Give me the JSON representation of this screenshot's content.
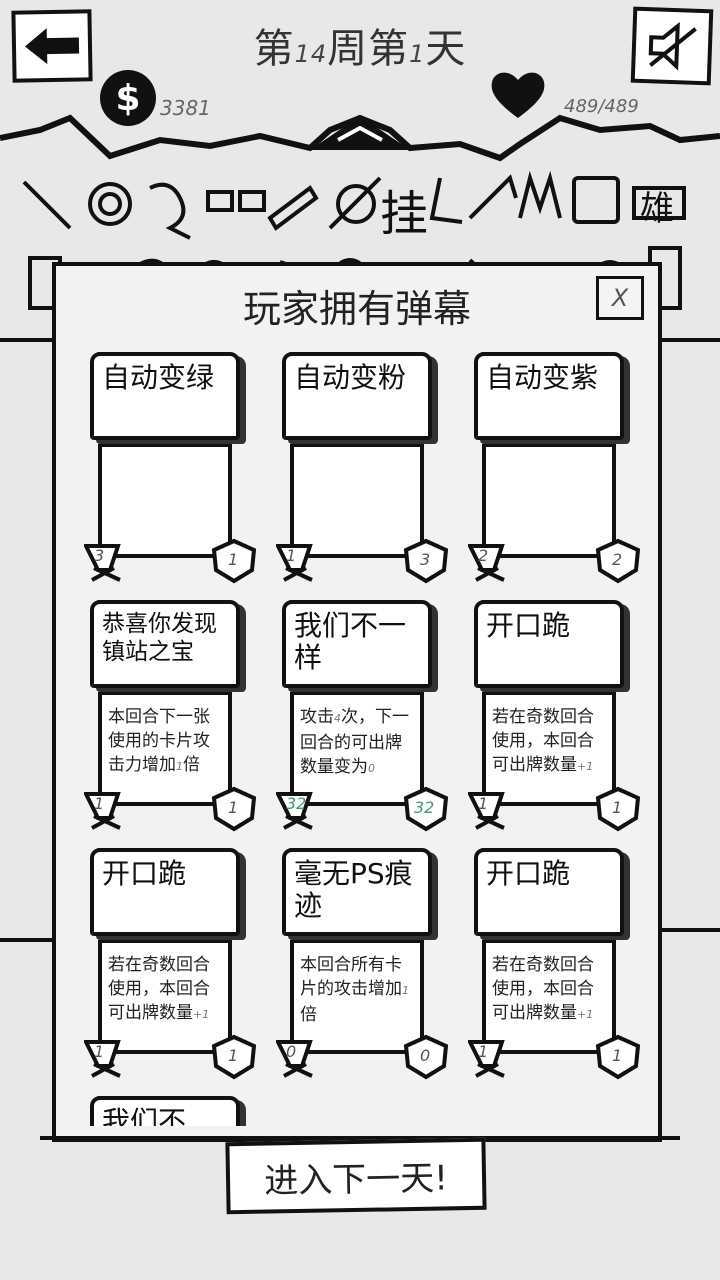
{
  "header": {
    "title_prefix": "第",
    "week": "14",
    "title_mid": "周第",
    "day": "1",
    "title_suffix": "天"
  },
  "stats": {
    "coin_symbol": "$",
    "money": "3381",
    "hp": "489/489"
  },
  "icons": {
    "back": "back-arrow-icon",
    "mute": "speaker-muted-icon",
    "coin": "dollar-coin-icon",
    "heart": "heart-icon",
    "close": "close-icon"
  },
  "panel": {
    "title": "玩家拥有弹幕",
    "close_label": "X"
  },
  "cards": [
    {
      "name": "自动变绿",
      "desc": "",
      "desc_sub": "",
      "cost": "3",
      "power": "1",
      "small": false
    },
    {
      "name": "自动变粉",
      "desc": "",
      "desc_sub": "",
      "cost": "1",
      "power": "3",
      "small": false
    },
    {
      "name": "自动变紫",
      "desc": "",
      "desc_sub": "",
      "cost": "2",
      "power": "2",
      "small": false
    },
    {
      "name": "恭喜你发现镇站之宝",
      "desc": "本回合下一张使用的卡片攻击力增加",
      "desc_sub": "1",
      "desc_tail": "倍",
      "cost": "1",
      "power": "1",
      "small": true
    },
    {
      "name": "我们不一样",
      "desc": "攻击",
      "desc_sub": "4",
      "desc_tail": "次，下一回合的可出牌数量变为",
      "desc_sub2": "0",
      "cost": "32",
      "power": "32",
      "small": false,
      "green": true
    },
    {
      "name": "开口跪",
      "desc": "若在奇数回合使用，本回合可出牌数量",
      "desc_sub": "+1",
      "desc_tail": "",
      "cost": "1",
      "power": "1",
      "small": false
    },
    {
      "name": "开口跪",
      "desc": "若在奇数回合使用，本回合可出牌数量",
      "desc_sub": "+1",
      "desc_tail": "",
      "cost": "1",
      "power": "1",
      "small": false
    },
    {
      "name": "毫无PS痕迹",
      "desc": "本回合所有卡片的攻击增加",
      "desc_sub": "1",
      "desc_tail": "倍",
      "cost": "0",
      "power": "0",
      "small": false
    },
    {
      "name": "开口跪",
      "desc": "若在奇数回合使用，本回合可出牌数量",
      "desc_sub": "+1",
      "desc_tail": "",
      "cost": "1",
      "power": "1",
      "small": false
    },
    {
      "name": "我们不",
      "desc": "",
      "desc_sub": "",
      "cost": "",
      "power": "",
      "small": false
    }
  ],
  "next_button": "进入下一天!"
}
